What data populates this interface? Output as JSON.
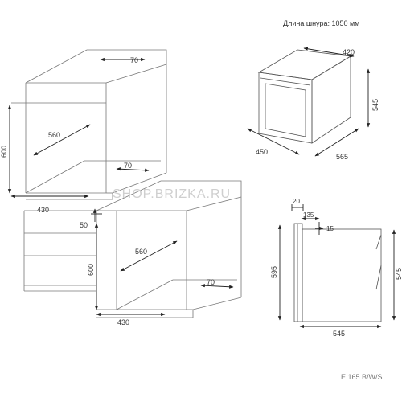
{
  "header": {
    "cord_length": "Длина шнура: 1050 мм"
  },
  "watermark": "SHOP.BRIZKA.RU",
  "model": "E 165 B/W/S",
  "cabinet_top": {
    "depth_top": "70",
    "width_inner": "560",
    "height": "600",
    "depth_mid": "70",
    "depth_bottom": "430"
  },
  "cabinet_bottom": {
    "gap": "50",
    "width_inner": "560",
    "height": "600",
    "depth_bottom": "70",
    "depth": "430"
  },
  "oven_iso": {
    "width_top": "420",
    "height": "545",
    "width": "450",
    "depth": "565"
  },
  "oven_side": {
    "d20": "20",
    "d135": "135",
    "d15": "15",
    "height_front": "595",
    "height_back": "545",
    "depth": "545"
  },
  "colors": {
    "lines": "#555555",
    "arrows": "#222222",
    "faint": "#9a9a9a"
  }
}
